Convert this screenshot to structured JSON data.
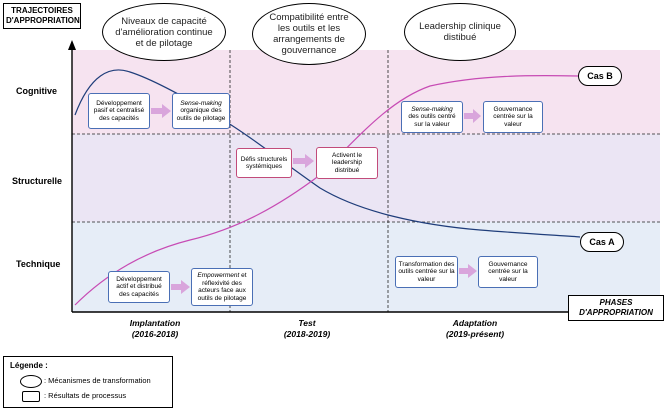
{
  "header": {
    "trajectories_label": "TRAJECTOIRES\nD'APPROPRIATION"
  },
  "mechanisms": [
    {
      "text": "Niveaux de capacité d'amélioration continue et de pilotage"
    },
    {
      "text": "Compatibilité entre les outils et les arrangements de gouvernance"
    },
    {
      "text": "Leadership clinique distibué"
    }
  ],
  "y_levels": [
    "Cognitive",
    "Structurelle",
    "Technique"
  ],
  "processes": {
    "dev_passif": "Développement pasif et centralisé des capacités",
    "sense_making_org_prefix": "Sense-making",
    "sense_making_org_suffix": "organique des outils de pilotage",
    "defis": "Défis structurels systémiques",
    "activent": "Activent le leadership distribué",
    "sense_making_val_prefix": "Sense-making",
    "sense_making_val_suffix": "des outils centré sur la valeur",
    "gouv_centree_top": "Gouvernance centrée sur la valeur",
    "dev_actif": "Développement actif et distribué des capacités",
    "empowerment_prefix": "Empowerment",
    "empowerment_suffix": "et réflexivité des acteurs face aux outils de pilotage",
    "transformation": "Transformation des outils centrée sur la valeur",
    "gouv_centree_bottom": "Gouvernance centrée sur la valeur"
  },
  "cases": {
    "b": "Cas B",
    "a": "Cas A"
  },
  "phases_label": "PHASES\nD'APPROPRIATION",
  "phases": [
    {
      "name": "Implantation",
      "years": "(2016-2018)"
    },
    {
      "name": "Test",
      "years": "(2018-2019)"
    },
    {
      "name": "Adaptation",
      "years": "(2019-présent)"
    }
  ],
  "legend": {
    "title": "Légende :",
    "mechanisms": ": Mécanismes de transformation",
    "results": ": Résultats de processus"
  },
  "colors": {
    "cognitive_band": "#f6e3f0",
    "structural_band": "#ece6f5",
    "technical_band": "#e4ecf7",
    "case_b_line": "#c74bb4",
    "case_a_line": "#1f3d7a",
    "arrow": "#d9a5dc"
  }
}
